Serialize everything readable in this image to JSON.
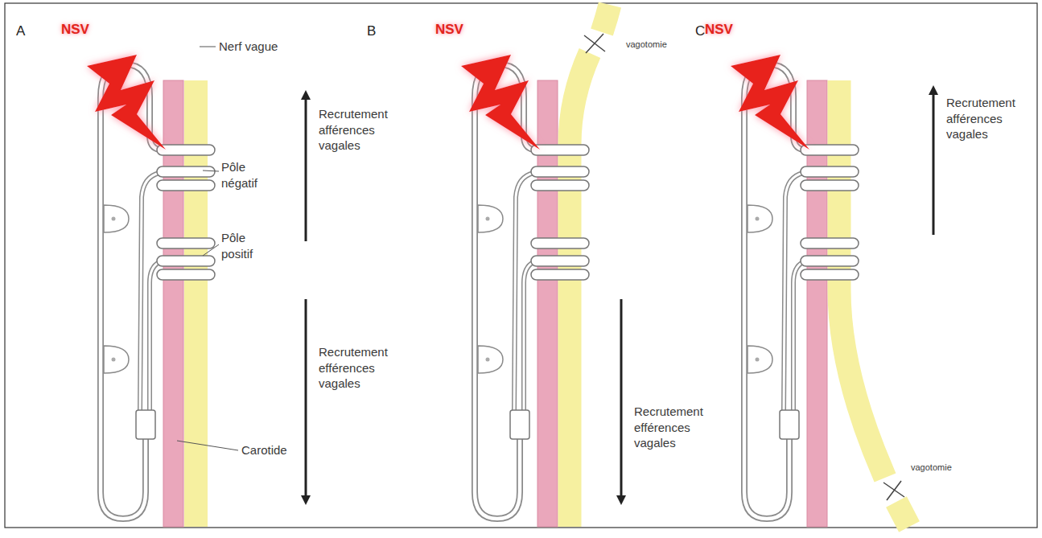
{
  "diagram": {
    "labels": [
      "A",
      "NSV",
      "Nerf vague",
      "Pôle négatif",
      "Pôle positif",
      "Recrutement afférences vagales",
      "Recrutement efférences vagales",
      "Carotide",
      "B",
      "NSV",
      "vagotomie",
      "Recrutement efférences vagales",
      "C",
      "NSV",
      "Recrutement afférences vagales",
      "vagotomie"
    ]
  }
}
